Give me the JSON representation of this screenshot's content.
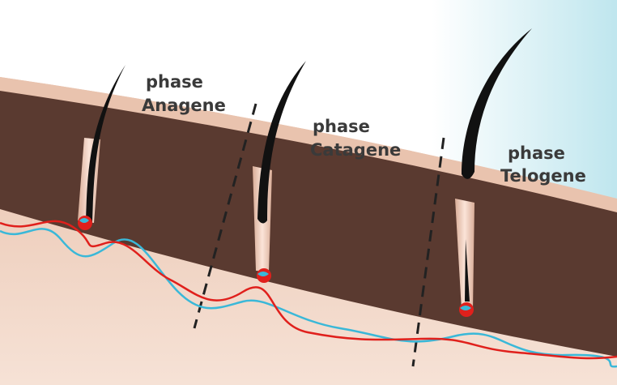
{
  "title": "Hair growth phases",
  "phases": [
    {
      "word": "phase",
      "name": "Anagene"
    },
    {
      "word": "phase",
      "name": "Catagene"
    },
    {
      "word": "phase",
      "name": "Telogene"
    }
  ],
  "colors": {
    "dermis": "#5a3a30",
    "epidermis": "#e9c3ae",
    "hypodermis": "#ecc9b4",
    "artery": "#e0201c",
    "vein": "#3ab8d8",
    "hair": "#111111"
  }
}
